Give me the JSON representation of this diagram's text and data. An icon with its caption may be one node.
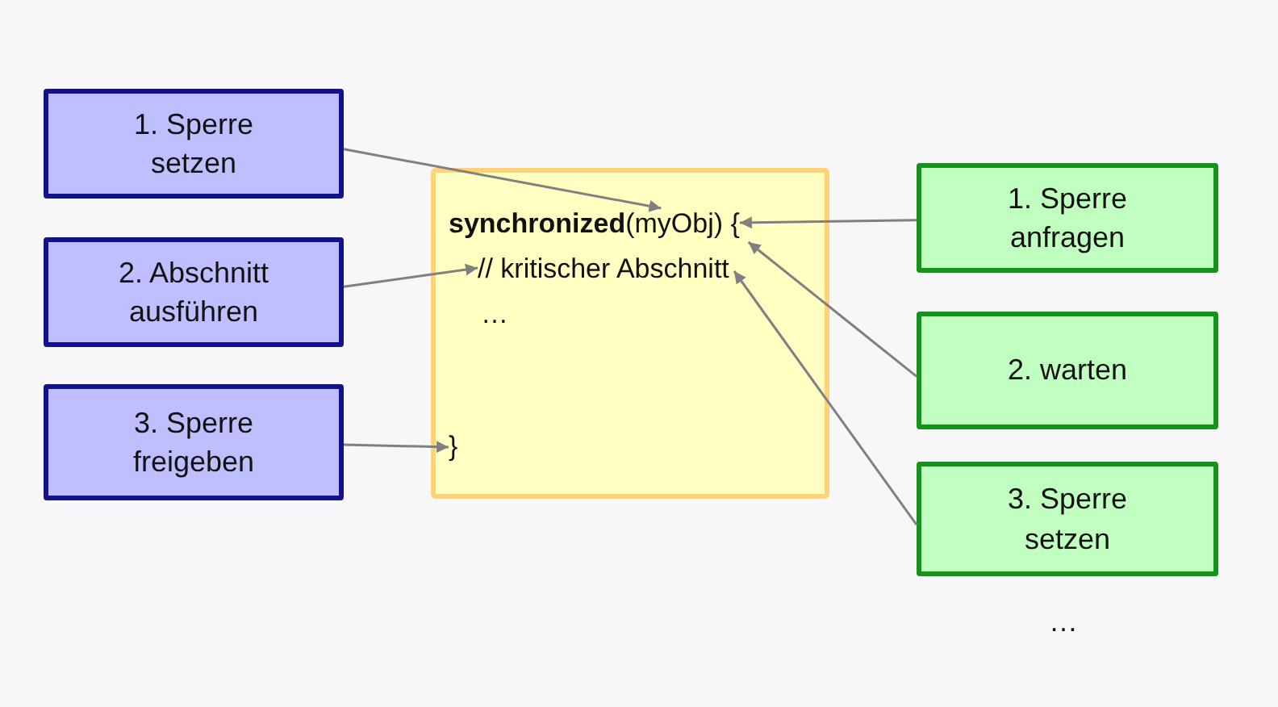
{
  "diagram": {
    "nodes": [
      {
        "text": [
          "1. Sperre setzen"
        ]
      },
      {
        "text": [
          "2. Abschnitt ausführen"
        ]
      },
      {
        "text": [
          "3. Sperre freigeben"
        ]
      },
      {
        "text": [],
        "shape": "box"
      },
      {
        "text": [
          "**synchronized**(myObj) {"
        ],
        "in": 3
      },
      {
        "text": [
          "// kritischer Abschnitt"
        ],
        "in": 3
      },
      {
        "text": [
          "…"
        ],
        "in": 3
      },
      {
        "text": [
          "}"
        ],
        "in": 3
      },
      {
        "text": [
          "1. Sperre anfragen"
        ]
      },
      {
        "text": [
          "2. warten"
        ]
      },
      {
        "text": [
          "3. Sperre setzen"
        ]
      }
    ],
    "edges": [
      {
        "from": 0,
        "to": 4,
        "arrow": "to"
      },
      {
        "from": 1,
        "to": 5,
        "arrow": "to"
      },
      {
        "from": 2,
        "to": 7,
        "arrow": "to"
      },
      {
        "from": 8,
        "to": 4,
        "arrow": "to"
      },
      {
        "from": 9,
        "to": 4,
        "arrow": "to"
      },
      {
        "from": 10,
        "to": 5,
        "arrow": "to"
      }
    ],
    "labels": [
      "…"
    ]
  }
}
